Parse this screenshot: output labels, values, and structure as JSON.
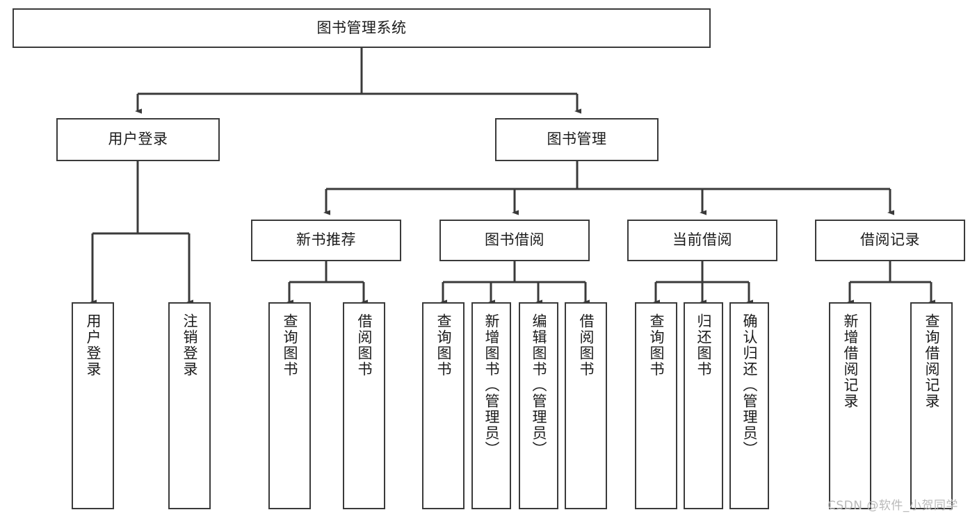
{
  "diagram": {
    "title": "图书管理系统",
    "type": "hierarchy-tree",
    "levels": 4,
    "colors": {
      "box_border": "#3a3a3a",
      "box_fill": "#ffffff",
      "connector": "#3a3a3a",
      "text": "#1b1b1b",
      "watermark": "#b9b9b9",
      "background": "#ffffff"
    },
    "root": {
      "label": "图书管理系统"
    },
    "level2": [
      {
        "label": "用户登录"
      },
      {
        "label": "图书管理"
      }
    ],
    "level3": [
      {
        "label": "新书推荐"
      },
      {
        "label": "图书借阅"
      },
      {
        "label": "当前借阅"
      },
      {
        "label": "借阅记录"
      }
    ],
    "leaves": {
      "user_login": [
        {
          "label": "用户登录"
        },
        {
          "label": "注销登录"
        }
      ],
      "new_book_recommend": [
        {
          "label": "查询图书"
        },
        {
          "label": "借阅图书"
        }
      ],
      "book_borrow": [
        {
          "label": "查询图书"
        },
        {
          "label": "新增图书（管理员）"
        },
        {
          "label": "编辑图书（管理员）"
        },
        {
          "label": "借阅图书"
        }
      ],
      "current_borrow": [
        {
          "label": "查询图书"
        },
        {
          "label": "归还图书"
        },
        {
          "label": "确认归还（管理员）"
        }
      ],
      "borrow_record": [
        {
          "label": "新增借阅记录"
        },
        {
          "label": "查询借阅记录"
        }
      ]
    }
  },
  "watermark": {
    "text": "CSDN @软件_小贺同学"
  }
}
